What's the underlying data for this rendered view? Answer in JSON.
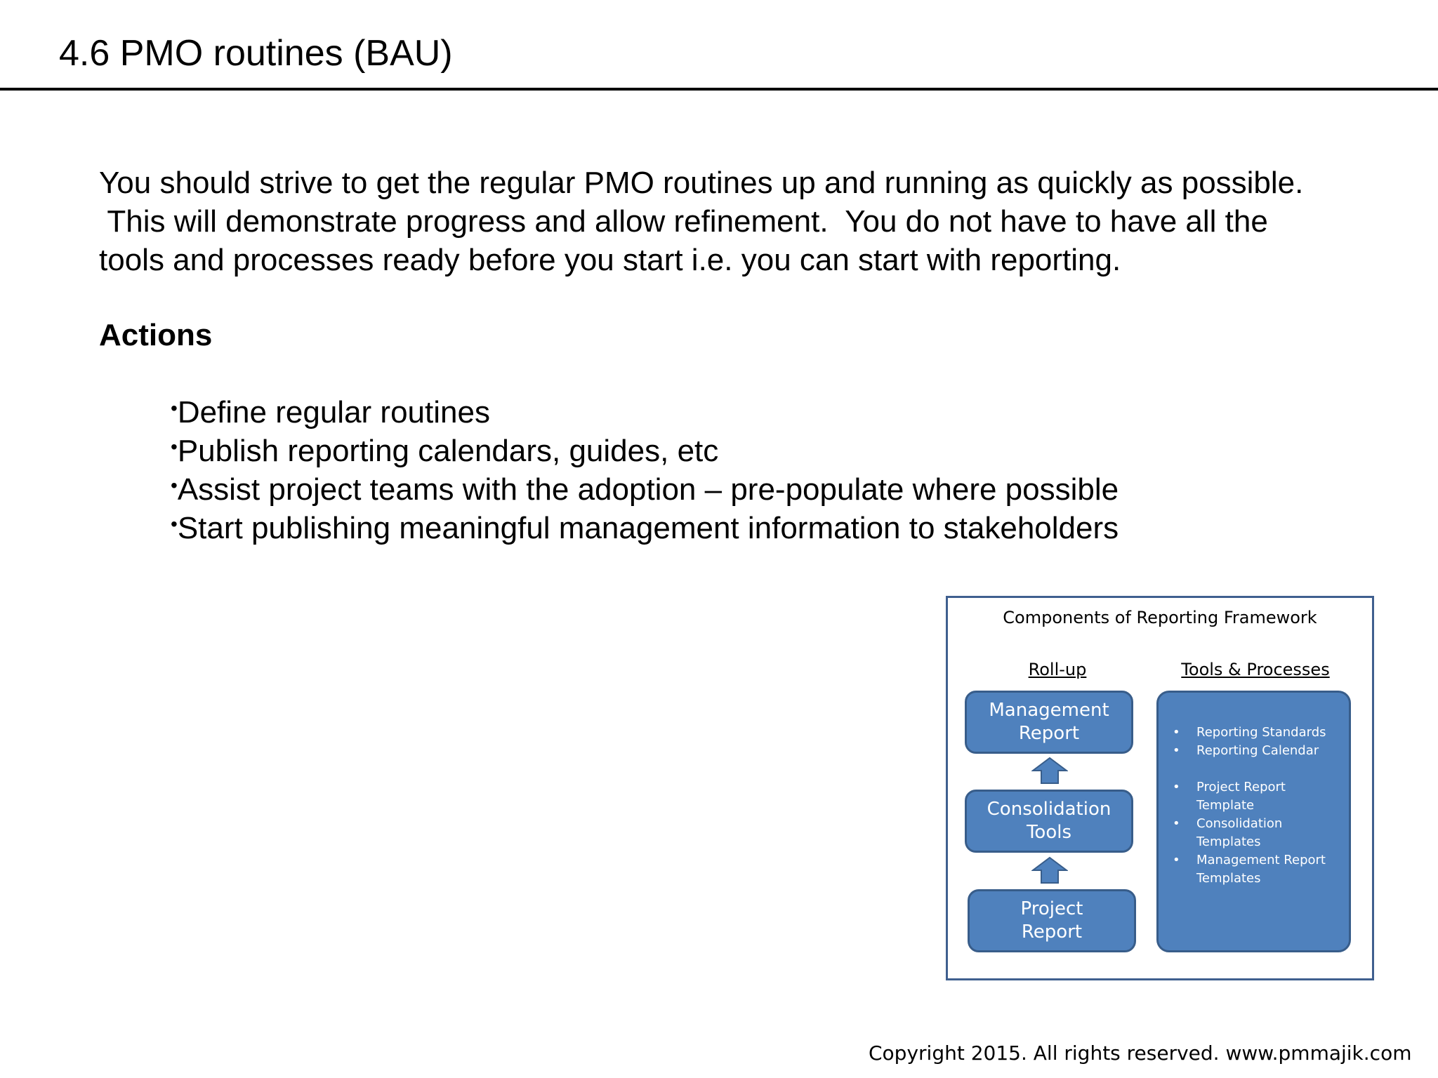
{
  "slide": {
    "title": "4.6 PMO routines (BAU)"
  },
  "intro": {
    "lines": [
      "You should strive to get the regular PMO routines up and running as quickly as possible.",
      " This will demonstrate progress and allow refinement.  You do not have to have all the",
      "tools and processes ready before you start i.e. you can start with reporting."
    ]
  },
  "actions": {
    "heading": "Actions",
    "bullet_glyph": "•",
    "items": [
      "Define regular routines",
      "Publish reporting calendars, guides, etc",
      "Assist project teams with the adoption – pre-populate where possible",
      "Start publishing meaningful management information to stakeholders"
    ]
  },
  "diagram": {
    "title": "Components of Reporting Framework",
    "rollup_heading": "Roll-up",
    "tools_heading": "Tools & Processes",
    "rollup_boxes": {
      "top": "Management\nReport",
      "middle": "Consolidation\nTools",
      "bottom": "Project\nReport"
    },
    "tools_items": [
      "Reporting Standards",
      "Reporting Calendar",
      "Project Report\nTemplate",
      "Consolidation\nTemplates",
      "Management Report\nTemplates"
    ],
    "colors": {
      "box_fill": "#4f81bd",
      "box_border": "#385d8a",
      "frame_border": "#3f5f8f"
    }
  },
  "footer": {
    "copyright": "Copyright 2015.  All rights reserved. www.pmmajik.com"
  }
}
